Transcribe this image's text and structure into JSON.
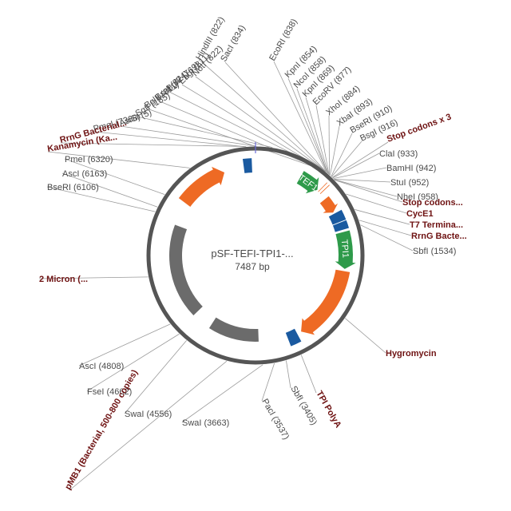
{
  "plasmid": {
    "name": "pSF-TEFI-TPI1-...",
    "size_label": "7487 bp",
    "length": 7487
  },
  "colors": {
    "backbone": "#555555",
    "orange": "#ee6a24",
    "green": "#2e9a4a",
    "blue": "#1a5aa0",
    "gray": "#6b6b6b",
    "feature_label": "#6e1212",
    "site_label": "#4a4a4a"
  },
  "features": [
    {
      "id": "tef1",
      "label": "TEF1",
      "type": "promoter-arrow",
      "color": "green",
      "start": 620,
      "end": 900
    },
    {
      "id": "tpi1",
      "label": "TPI1",
      "type": "promoter-arrow",
      "color": "green",
      "start": 1560,
      "end": 2050
    },
    {
      "id": "hygromycin",
      "label": "Hygromycin",
      "type": "cds",
      "color": "orange",
      "start": 2080,
      "end": 3100
    },
    {
      "id": "tpi-polya",
      "label": "TPI PolyA",
      "type": "box",
      "color": "blue",
      "start": 3160,
      "end": 3300
    },
    {
      "id": "pmb1",
      "label": "pMB1 (Bacterial, 500-800 copies)",
      "type": "bar",
      "color": "gray",
      "start": 3700,
      "end": 4420
    },
    {
      "id": "2-micron",
      "label": "2 Micron (...",
      "type": "bar",
      "color": "gray",
      "start": 4700,
      "end": 6050
    },
    {
      "id": "kanamycin",
      "label": "Kanamycin (Ka...",
      "type": "cds",
      "color": "orange",
      "start": 6380,
      "end": 7060
    },
    {
      "id": "rrng-bacterial",
      "label": "RrnG Bacterial...",
      "type": "box",
      "color": "blue",
      "start": 7330,
      "end": 7440
    },
    {
      "id": "cyce1",
      "label": "CycE1",
      "type": "cds-small",
      "color": "orange",
      "start": 1060,
      "end": 1270
    },
    {
      "id": "t7-terminator",
      "label": "T7 Termina...",
      "type": "box",
      "color": "blue",
      "start": 1290,
      "end": 1420
    },
    {
      "id": "rrng-bacte",
      "label": "RrnG Bacte...",
      "type": "box",
      "color": "blue",
      "start": 1430,
      "end": 1530
    },
    {
      "id": "stop-codons-x3",
      "label": "Stop codons x 3",
      "type": "tick",
      "color": "orange",
      "start": 922,
      "end": 930
    },
    {
      "id": "stop-codons",
      "label": "Stop codons...",
      "type": "tick",
      "color": "orange",
      "start": 960,
      "end": 968
    }
  ],
  "sites": [
    {
      "label": "HindIII (822)",
      "pos": 822
    },
    {
      "label": "SacI (834)",
      "pos": 834
    },
    {
      "label": "EcoRI (838)",
      "pos": 838
    },
    {
      "label": "NotI (822)",
      "pos": 822
    },
    {
      "label": "EagI (811)",
      "pos": 811
    },
    {
      "label": "BglII (769)",
      "pos": 769
    },
    {
      "label": "BsaI (824)",
      "pos": 824
    },
    {
      "label": "BglII (811)",
      "pos": 811
    },
    {
      "label": "SgfI (185)",
      "pos": 185
    },
    {
      "label": "AsiSI (5)",
      "pos": 5
    },
    {
      "label": "PmeI (7368)",
      "pos": 7368
    },
    {
      "label": "KpnI (854)",
      "pos": 854
    },
    {
      "label": "NcoI (858)",
      "pos": 858
    },
    {
      "label": "KpnI (869)",
      "pos": 869
    },
    {
      "label": "EcoRV (877)",
      "pos": 877
    },
    {
      "label": "XhoI (884)",
      "pos": 884
    },
    {
      "label": "XbaI (893)",
      "pos": 893
    },
    {
      "label": "BseRI (910)",
      "pos": 910
    },
    {
      "label": "BsgI (916)",
      "pos": 916
    },
    {
      "label": "ClaI (933)",
      "pos": 933
    },
    {
      "label": "BamHI (942)",
      "pos": 942
    },
    {
      "label": "StuI (952)",
      "pos": 952
    },
    {
      "label": "NheI (958)",
      "pos": 958
    },
    {
      "label": "SbfI (1534)",
      "pos": 1534
    },
    {
      "label": "SbfI (3405)",
      "pos": 3405
    },
    {
      "label": "PacI (3537)",
      "pos": 3537
    },
    {
      "label": "SwaI (3663)",
      "pos": 3663
    },
    {
      "label": "SwaI (4556)",
      "pos": 4556
    },
    {
      "label": "FseI (4662)",
      "pos": 4662
    },
    {
      "label": "AscI (4808)",
      "pos": 4808
    },
    {
      "label": "BseRI (6106)",
      "pos": 6106
    },
    {
      "label": "AscI (6163)",
      "pos": 6163
    },
    {
      "label": "PmeI (6320)",
      "pos": 6320
    }
  ]
}
